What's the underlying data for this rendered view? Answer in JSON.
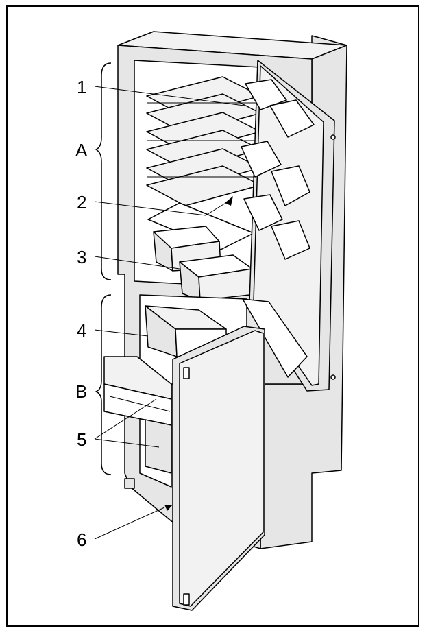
{
  "labels": {
    "n1": "1",
    "n2": "2",
    "n3": "3",
    "n4": "4",
    "n5": "5",
    "n6": "6",
    "A": "A",
    "B": "B"
  },
  "colors": {
    "outline": "#000000",
    "panel": "#e6e6e6",
    "panel_light": "#f2f2f2",
    "interior": "#ffffff"
  }
}
